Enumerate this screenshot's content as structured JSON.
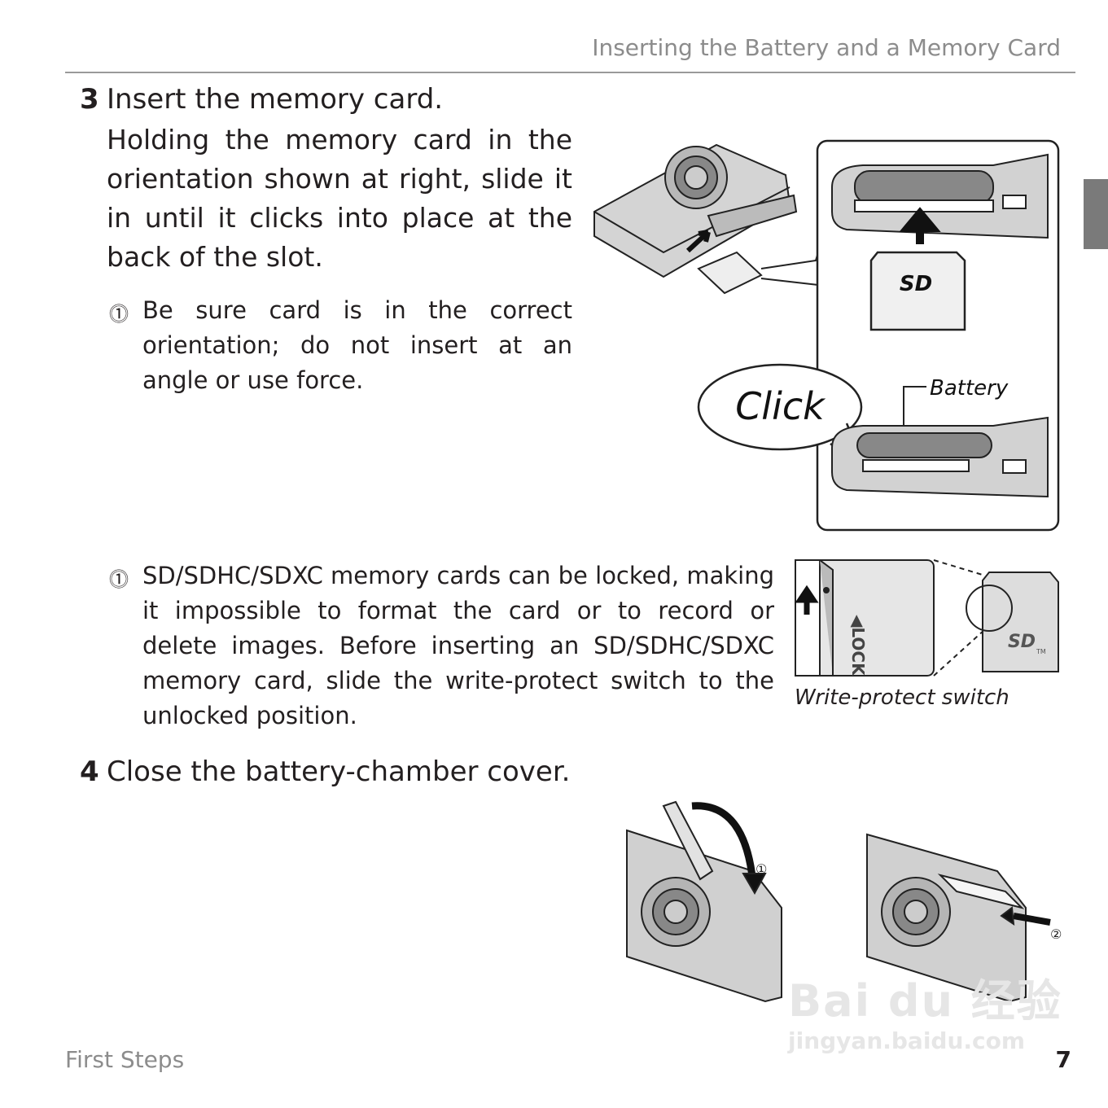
{
  "header": {
    "title": "Inserting the Battery and a Memory Card"
  },
  "step3": {
    "number": "3",
    "heading": "Insert the memory card.",
    "body": "Holding the memory card in the orientation shown at right, slide it in until it clicks into place at the back of the slot.",
    "note1": "Be sure card is in the correct orientation; do not insert at an angle or use force.",
    "note2": "SD/SDHC/SDXC memory cards can be locked, making it impossible to format the card or to record or delete images.  Before inserting an SD/SDHC/SDXC memory card, slide the write-protect switch to the unlocked position."
  },
  "figure1": {
    "click_label": "Click",
    "battery_label": "Battery",
    "sd_logo": "SD"
  },
  "figure2": {
    "lock_label": "◀LOCK",
    "caption": "Write-protect switch",
    "tm": "TM"
  },
  "step4": {
    "number": "4",
    "heading": "Close the battery-chamber cover.",
    "marker1": "①",
    "marker2": "②"
  },
  "watermark": {
    "line1": "Bai du 经验",
    "line2": "jingyan.baidu.com"
  },
  "footer": {
    "section": "First Steps",
    "page": "7"
  },
  "icons": {
    "caution": "caution-icon"
  }
}
